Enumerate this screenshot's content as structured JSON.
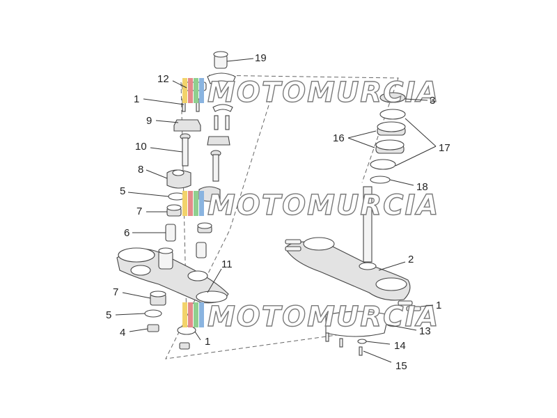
{
  "diagram": {
    "callouts": [
      "19",
      "12",
      "1",
      "9",
      "10",
      "8",
      "5",
      "7",
      "6",
      "7",
      "5",
      "4",
      "11",
      "1",
      "3",
      "16",
      "17",
      "18",
      "2",
      "1",
      "13",
      "14",
      "15"
    ],
    "watermark": "MOTOMURCIA",
    "watermark_colors": [
      "#f2d36b",
      "#e58a8a",
      "#8fcf8f",
      "#8ab4e0"
    ]
  }
}
